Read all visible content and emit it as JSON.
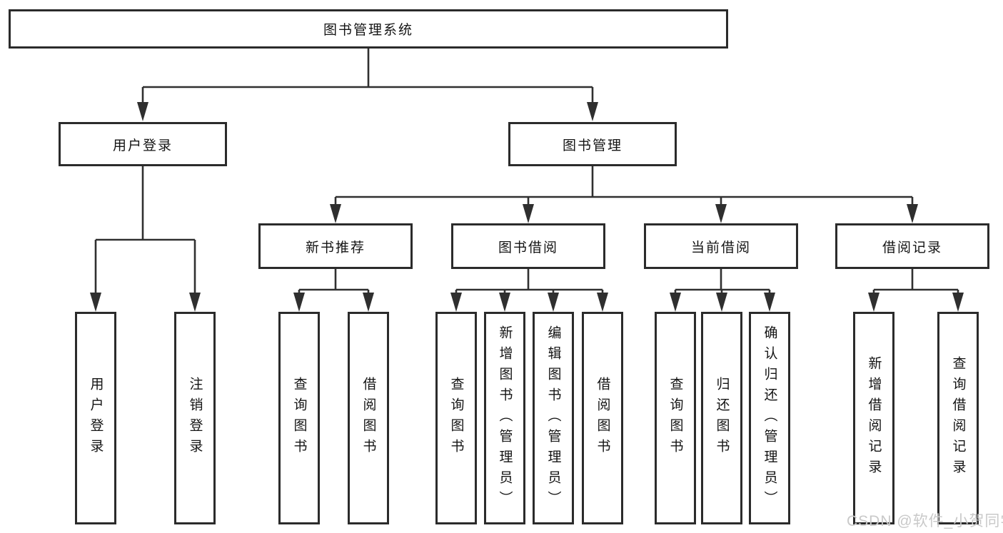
{
  "tree": {
    "root": "图书管理系统",
    "branches": [
      {
        "label": "用户登录",
        "children": [
          {
            "label": "用户登录"
          },
          {
            "label": "注销登录"
          }
        ]
      },
      {
        "label": "图书管理",
        "children": [
          {
            "label": "新书推荐",
            "children": [
              {
                "label": "查询图书"
              },
              {
                "label": "借阅图书"
              }
            ]
          },
          {
            "label": "图书借阅",
            "children": [
              {
                "label": "查询图书"
              },
              {
                "label": "新增图书（管理员）"
              },
              {
                "label": "编辑图书（管理员）"
              },
              {
                "label": "借阅图书"
              }
            ]
          },
          {
            "label": "当前借阅",
            "children": [
              {
                "label": "查询图书"
              },
              {
                "label": "归还图书"
              },
              {
                "label": "确认归还（管理员）"
              }
            ]
          },
          {
            "label": "借阅记录",
            "children": [
              {
                "label": "新增借阅记录"
              },
              {
                "label": "查询借阅记录"
              }
            ]
          }
        ]
      }
    ]
  },
  "watermark": "CSDN @软件_小贺同学",
  "colors": {
    "line": "#303030",
    "box_border": "#2b2b2b",
    "text": "#141414",
    "background": "#ffffff",
    "watermark": "#c9c9c9"
  }
}
